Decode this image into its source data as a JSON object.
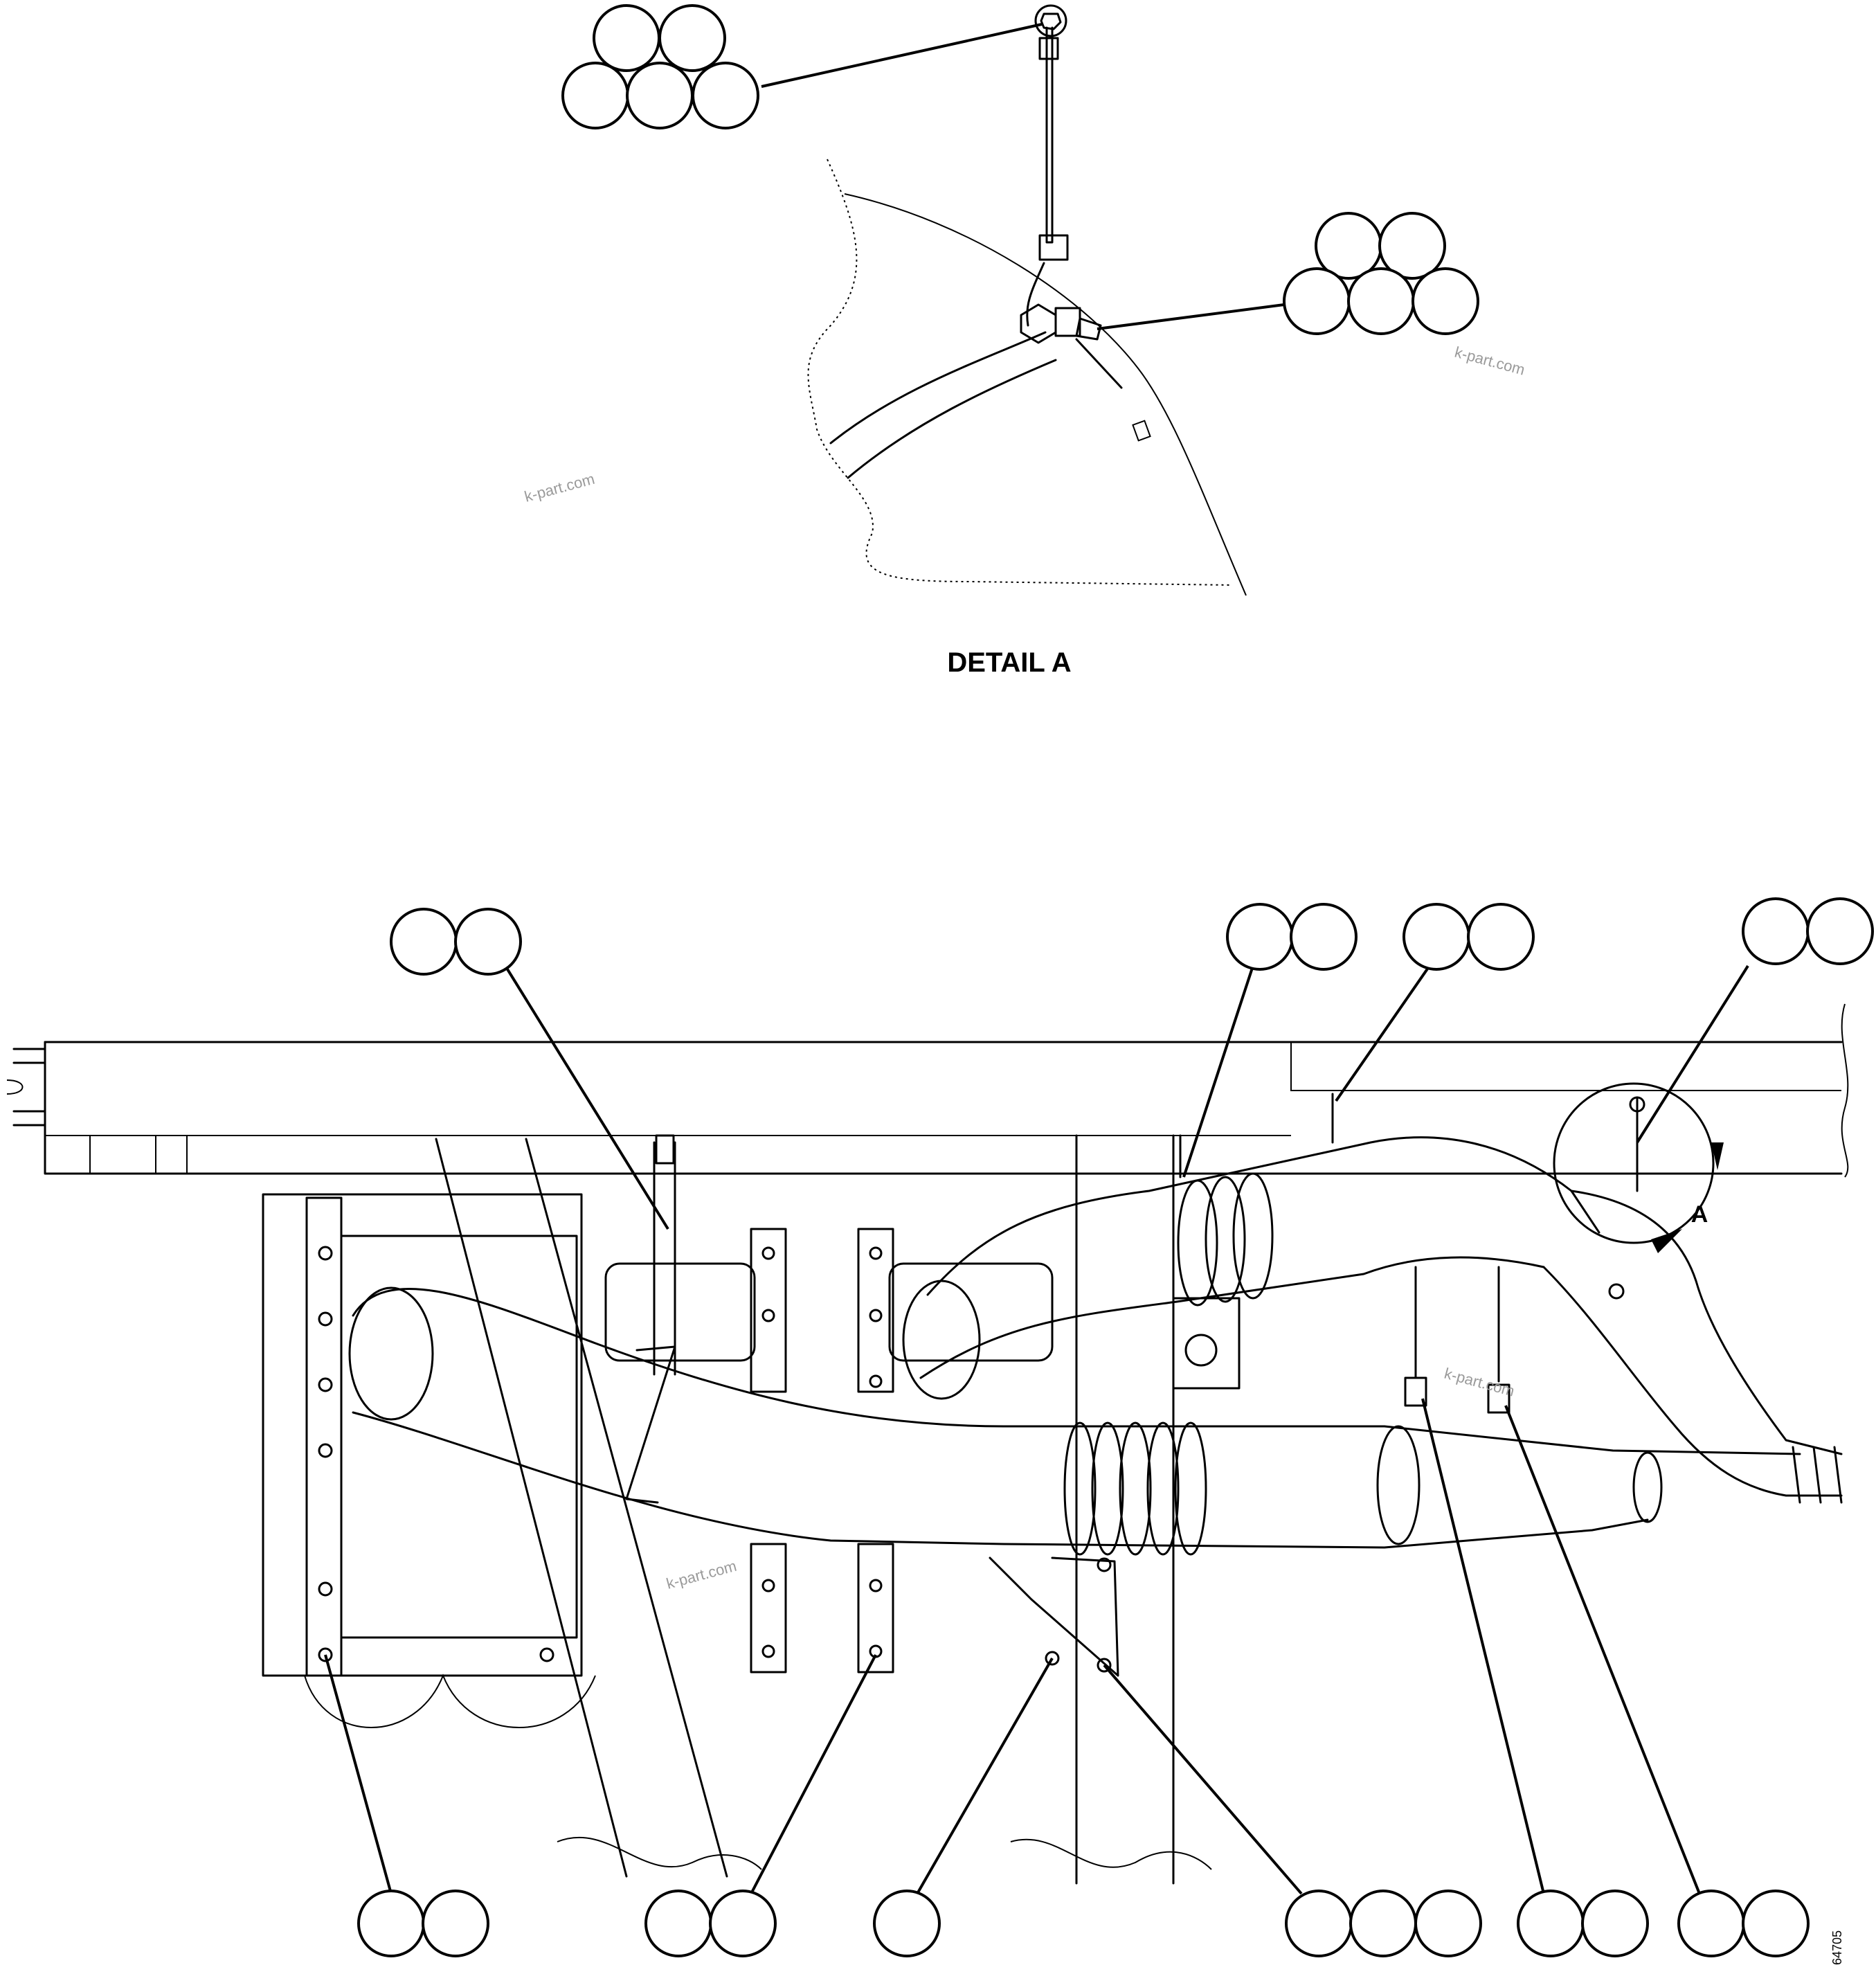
{
  "detail_label": "DETAIL A",
  "view_letter": "A",
  "drawing_number": "64705",
  "watermark": "k-part.com",
  "colors": {
    "line": "#000000",
    "background": "#ffffff",
    "watermark": "#9a9a9a"
  }
}
